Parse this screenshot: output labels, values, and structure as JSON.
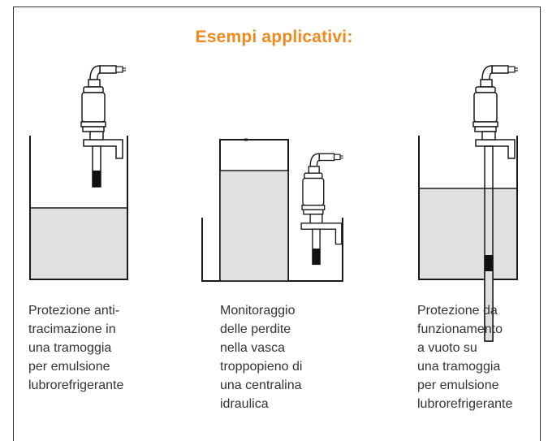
{
  "title": "Esempi applicativi:",
  "colors": {
    "accent": "#f08a1c",
    "liquid": "#e0e0e0",
    "stroke": "#1a1a1a",
    "text": "#333333"
  },
  "examples": [
    {
      "caption_lines": [
        "Protezione anti-",
        "tracimazione in",
        "una tramoggia",
        "per emulsione",
        "lubrorefrigerante"
      ]
    },
    {
      "caption_lines": [
        "Monitoraggio",
        "delle perdite",
        "nella vasca",
        "troppopieno di",
        "una centralina",
        "idraulica"
      ]
    },
    {
      "caption_lines": [
        "Protezione da",
        "funzionamento",
        "a vuoto su",
        "una tramoggia",
        "per emulsione",
        "lubrorefrigerante"
      ]
    }
  ]
}
